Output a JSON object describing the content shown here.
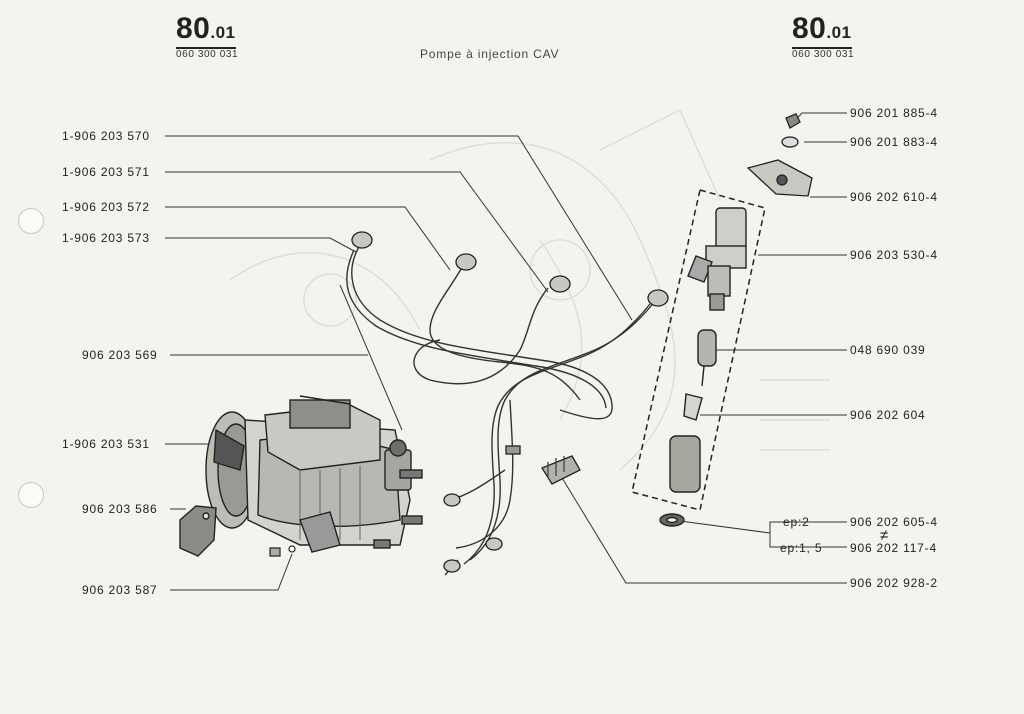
{
  "header": {
    "left_page": {
      "main": "80",
      "sub": ".01",
      "code": "060 300 031"
    },
    "right_page": {
      "main": "80",
      "sub": ".01",
      "code": "060 300 031"
    },
    "title": "Pompe à injection CAV"
  },
  "labels_left": [
    "1-906 203 570",
    "1-906 203 571",
    "1-906 203 572",
    "1-906 203 573",
    "906 203 569",
    "1-906 203 531",
    "906 203 586",
    "906 203 587"
  ],
  "labels_right": [
    "906 201 885-4",
    "906 201 883-4",
    "906 202 610-4",
    "906 203 530-4",
    "048 690 039",
    "906 202 604",
    "906 202 605-4",
    "906 202 117-4",
    "906 202 928-2"
  ],
  "variants": {
    "ep2": "ep:2",
    "ep15": "ep:1, 5",
    "not_equal": "≠"
  },
  "icons": [
    "punch-hole-icon",
    "injection-pump-icon",
    "injector-icon",
    "fuel-pipe-icon"
  ]
}
